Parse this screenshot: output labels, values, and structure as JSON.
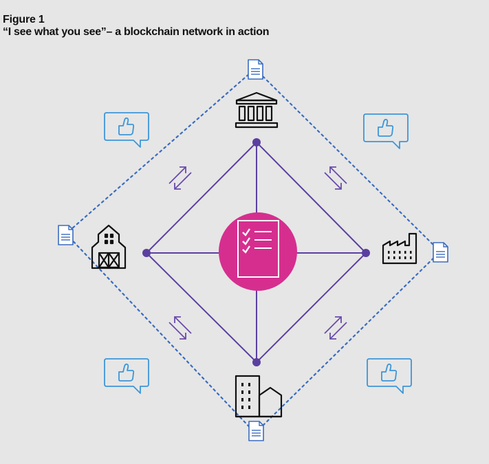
{
  "figure": {
    "label": "Figure 1",
    "title": "“I see what you see”– a blockchain network in action"
  },
  "colors": {
    "background": "#e6e6e6",
    "network_line": "#5b3fa0",
    "node_dot": "#5b3fa0",
    "center_circle": "#d62e8f",
    "dashed_border": "#3a6cc0",
    "document_icon": "#3a6cc0",
    "approval_bubble": "#3c96d8",
    "exchange_arrows": "#6a4aab",
    "entity_icon": "#111111"
  },
  "diagram": {
    "center": {
      "icon": "checklist-document-icon",
      "meaning": "shared ledger"
    },
    "nodes": [
      {
        "id": "top",
        "icon": "bank-icon"
      },
      {
        "id": "left",
        "icon": "barn-icon"
      },
      {
        "id": "right",
        "icon": "factory-icon"
      },
      {
        "id": "bottom",
        "icon": "office-buildings-icon"
      }
    ],
    "corner_documents": [
      "top",
      "left",
      "right",
      "bottom"
    ],
    "approval_bubbles": [
      "top-left",
      "top-right",
      "bottom-left",
      "bottom-right"
    ],
    "exchange_arrows": [
      "top-left",
      "top-right",
      "bottom-left",
      "bottom-right"
    ]
  }
}
